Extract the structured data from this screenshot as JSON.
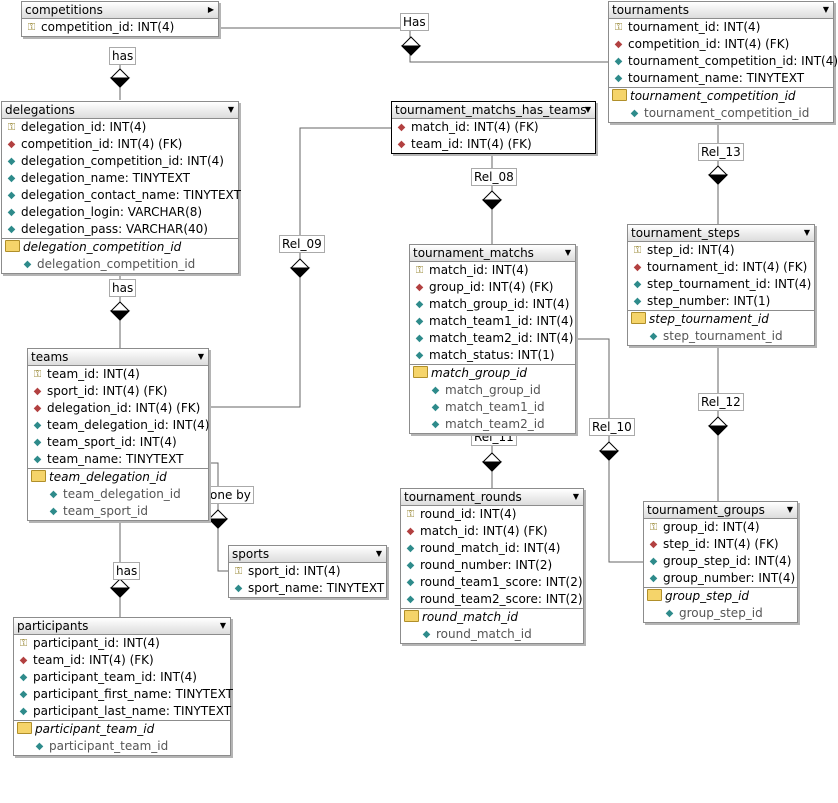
{
  "tables": {
    "competitions": {
      "title": "competitions",
      "columns": [
        "competition_id: INT(4)"
      ]
    },
    "tournaments": {
      "title": "tournaments",
      "columns": [
        "tournament_id: INT(4)",
        "competition_id: INT(4) (FK)",
        "tournament_competition_id: INT(4)",
        "tournament_name: TINYTEXT"
      ],
      "index": "tournament_competition_id",
      "index_cols": [
        "tournament_competition_id"
      ]
    },
    "delegations": {
      "title": "delegations",
      "columns": [
        "delegation_id: INT(4)",
        "competition_id: INT(4) (FK)",
        "delegation_competition_id: INT(4)",
        "delegation_name: TINYTEXT",
        "delegation_contact_name: TINYTEXT",
        "delegation_login: VARCHAR(8)",
        "delegation_pass: VARCHAR(40)"
      ],
      "index": "delegation_competition_id",
      "index_cols": [
        "delegation_competition_id"
      ]
    },
    "tmht": {
      "title": "tournament_matchs_has_teams",
      "columns": [
        "match_id: INT(4) (FK)",
        "team_id: INT(4) (FK)"
      ]
    },
    "tournament_steps": {
      "title": "tournament_steps",
      "columns": [
        "step_id: INT(4)",
        "tournament_id: INT(4) (FK)",
        "step_tournament_id: INT(4)",
        "step_number: INT(1)"
      ],
      "index": "step_tournament_id",
      "index_cols": [
        "step_tournament_id"
      ]
    },
    "tournament_matchs": {
      "title": "tournament_matchs",
      "columns": [
        "match_id: INT(4)",
        "group_id: INT(4) (FK)",
        "match_group_id: INT(4)",
        "match_team1_id: INT(4)",
        "match_team2_id: INT(4)",
        "match_status: INT(1)"
      ],
      "index": "match_group_id",
      "index_cols": [
        "match_group_id",
        "match_team1_id",
        "match_team2_id"
      ]
    },
    "teams": {
      "title": "teams",
      "columns": [
        "team_id: INT(4)",
        "sport_id: INT(4) (FK)",
        "delegation_id: INT(4) (FK)",
        "team_delegation_id: INT(4)",
        "team_sport_id: INT(4)",
        "team_name: TINYTEXT"
      ],
      "index": "team_delegation_id",
      "index_cols": [
        "team_delegation_id",
        "team_sport_id"
      ]
    },
    "tournament_rounds": {
      "title": "tournament_rounds",
      "columns": [
        "round_id: INT(4)",
        "match_id: INT(4) (FK)",
        "round_match_id: INT(4)",
        "round_number: INT(2)",
        "round_team1_score: INT(2)",
        "round_team2_score: INT(2)"
      ],
      "index": "round_match_id",
      "index_cols": [
        "round_match_id"
      ]
    },
    "sports": {
      "title": "sports",
      "columns": [
        "sport_id: INT(4)",
        "sport_name: TINYTEXT"
      ]
    },
    "tournament_groups": {
      "title": "tournament_groups",
      "columns": [
        "group_id: INT(4)",
        "step_id: INT(4) (FK)",
        "group_step_id: INT(4)",
        "group_number: INT(4)"
      ],
      "index": "group_step_id",
      "index_cols": [
        "group_step_id"
      ]
    },
    "participants": {
      "title": "participants",
      "columns": [
        "participant_id: INT(4)",
        "team_id: INT(4) (FK)",
        "participant_team_id: INT(4)",
        "participant_first_name: TINYTEXT",
        "participant_last_name: TINYTEXT"
      ],
      "index": "participant_team_id",
      "index_cols": [
        "participant_team_id"
      ]
    }
  },
  "relations": {
    "has_top": "Has",
    "has_comp_deleg": "has",
    "has_deleg_teams": "has",
    "has_teams_part": "has",
    "one_by": "one by",
    "rel_08": "Rel_08",
    "rel_09": "Rel_09",
    "rel_10": "Rel_10",
    "rel_11": "Rel_11",
    "rel_12": "Rel_12",
    "rel_13": "Rel_13"
  },
  "colors": {
    "primary_key": "#9c8c3c",
    "foreign_key": "#b24040",
    "column": "#2e8b8b",
    "index_folder": "#f5d46a"
  },
  "icons": {
    "primary_key": "key-icon",
    "foreign_key": "diamond-red-icon",
    "column": "diamond-teal-icon",
    "index": "folder-icon",
    "collapse": "triangle-down-icon"
  }
}
